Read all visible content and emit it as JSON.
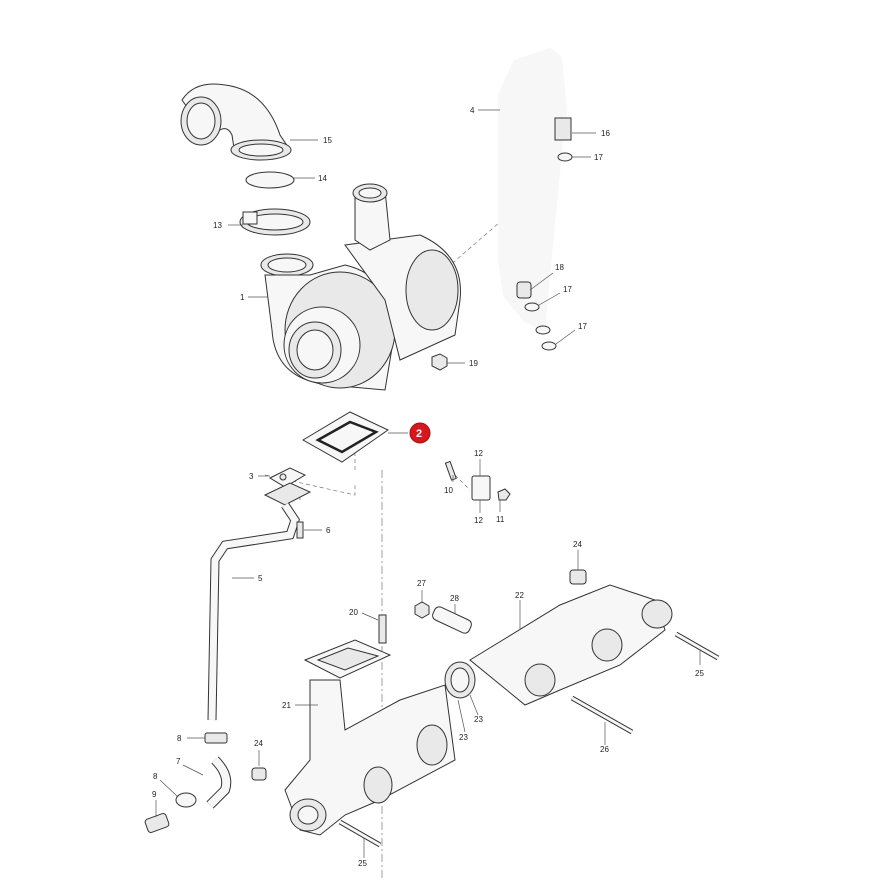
{
  "diagram": {
    "highlight_color": "#d9161c",
    "callouts": [
      {
        "id": "c15",
        "text": "15"
      },
      {
        "id": "c14",
        "text": "14"
      },
      {
        "id": "c13",
        "text": "13"
      },
      {
        "id": "c1",
        "text": "1"
      },
      {
        "id": "c4",
        "text": "4"
      },
      {
        "id": "c16",
        "text": "16"
      },
      {
        "id": "c17a",
        "text": "17"
      },
      {
        "id": "c18",
        "text": "18"
      },
      {
        "id": "c17b",
        "text": "17"
      },
      {
        "id": "c17c",
        "text": "17"
      },
      {
        "id": "c19",
        "text": "19"
      },
      {
        "id": "c2",
        "text": "2"
      },
      {
        "id": "c3",
        "text": "3"
      },
      {
        "id": "c6",
        "text": "6"
      },
      {
        "id": "c5",
        "text": "5"
      },
      {
        "id": "c12a",
        "text": "12"
      },
      {
        "id": "c10",
        "text": "10"
      },
      {
        "id": "c11",
        "text": "11"
      },
      {
        "id": "c12b",
        "text": "12"
      },
      {
        "id": "c24a",
        "text": "24"
      },
      {
        "id": "c27",
        "text": "27"
      },
      {
        "id": "c28",
        "text": "28"
      },
      {
        "id": "c22",
        "text": "22"
      },
      {
        "id": "c20",
        "text": "20"
      },
      {
        "id": "c25a",
        "text": "25"
      },
      {
        "id": "c21",
        "text": "21"
      },
      {
        "id": "c23a",
        "text": "23"
      },
      {
        "id": "c23b",
        "text": "23"
      },
      {
        "id": "c26",
        "text": "26"
      },
      {
        "id": "c8a",
        "text": "8"
      },
      {
        "id": "c24b",
        "text": "24"
      },
      {
        "id": "c7",
        "text": "7"
      },
      {
        "id": "c8b",
        "text": "8"
      },
      {
        "id": "c9",
        "text": "9"
      },
      {
        "id": "c25b",
        "text": "25"
      }
    ]
  }
}
